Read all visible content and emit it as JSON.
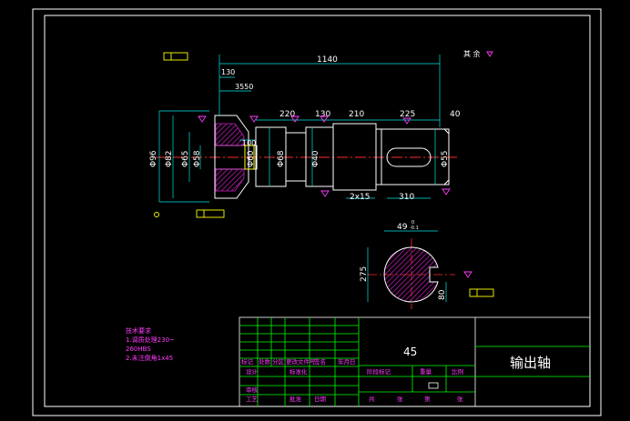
{
  "drawing": {
    "colors": {
      "background": "#000000",
      "frame": "#ffffff",
      "outline": "#ffffff",
      "dimension": "#00e5e5",
      "hatch": "#d11fc7",
      "annotation": "#ff3bff",
      "title_block": "#00ff00",
      "center_line": "#ff2a2a",
      "symbol": "#ffff00"
    },
    "surface_note": "其 余",
    "dimensions": {
      "total_length": "1140",
      "d130_top": "130",
      "d3550": "3550",
      "seg_220": "220",
      "seg_130": "130",
      "seg_210": "210",
      "seg_225": "225",
      "seg_40": "40",
      "d_100": "100",
      "chamfer": "2x15",
      "key_length": "310",
      "dia_96": "Φ96",
      "dia_82": "Φ82",
      "dia_65": "Φ65",
      "dia_58": "Φ58",
      "dia_60": "Φ60",
      "dia_68": "Φ68",
      "dia_40": "Φ40",
      "dia_55": "Φ55",
      "section_width": "49",
      "section_tol": "0",
      "section_tol2": "-0.1",
      "section_height": "275",
      "section_key": "80"
    },
    "tech_notes": {
      "title": "技术要求",
      "line1": "1.调质处理230~",
      "line2": "260HBS",
      "line3": "2.未注倒角1x45"
    },
    "title_block": {
      "material": "45",
      "part_name": "输出轴",
      "rev_headers": [
        "标记",
        "处数",
        "分区",
        "更改文件号",
        "签名",
        "年月日"
      ],
      "row_design": [
        "设计",
        "标准化"
      ],
      "row_review": "审核",
      "row_process": "工艺",
      "row_approve": "批准",
      "date_label": "日期",
      "stage_label": "阶段标记",
      "weight_label": "重量",
      "scale_label": "比例",
      "sheets_label": "共",
      "sheets_unit": "张",
      "sheet_label": "第",
      "sheet_unit": "张"
    }
  }
}
